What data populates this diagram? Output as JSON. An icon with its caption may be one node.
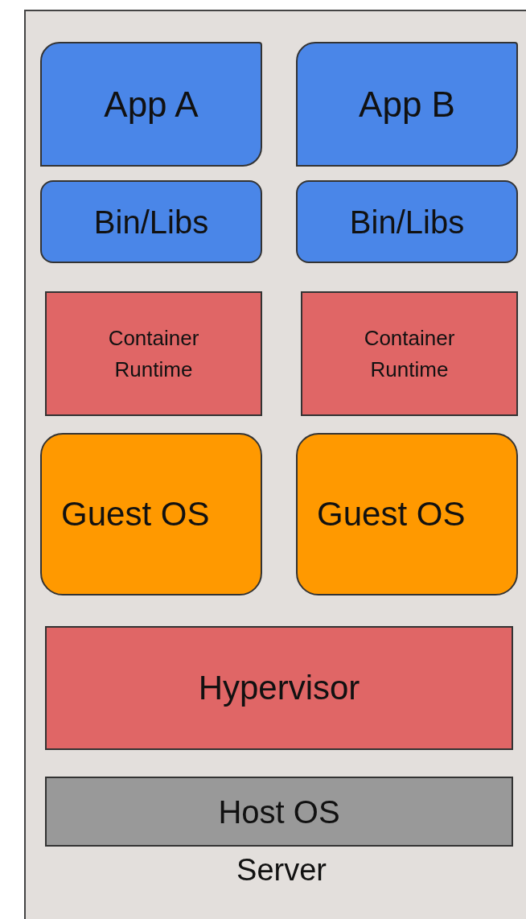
{
  "diagram": {
    "nodes": [
      {
        "text": [
          "Server"
        ]
      },
      {
        "text": [
          "App A"
        ],
        "in": 0
      },
      {
        "text": [
          "App B"
        ],
        "in": 0
      },
      {
        "text": [
          "Bin/Libs"
        ],
        "in": 0
      },
      {
        "text": [
          "Bin/Libs"
        ],
        "in": 0
      },
      {
        "text": [
          "Container Runtime"
        ],
        "in": 0
      },
      {
        "text": [
          "Container Runtime"
        ],
        "in": 0
      },
      {
        "text": [
          "Guest OS"
        ],
        "in": 0
      },
      {
        "text": [
          "Guest OS"
        ],
        "in": 0
      },
      {
        "text": [
          "Hypervisor"
        ],
        "in": 0
      },
      {
        "text": [
          "Host OS"
        ],
        "in": 0
      }
    ]
  }
}
